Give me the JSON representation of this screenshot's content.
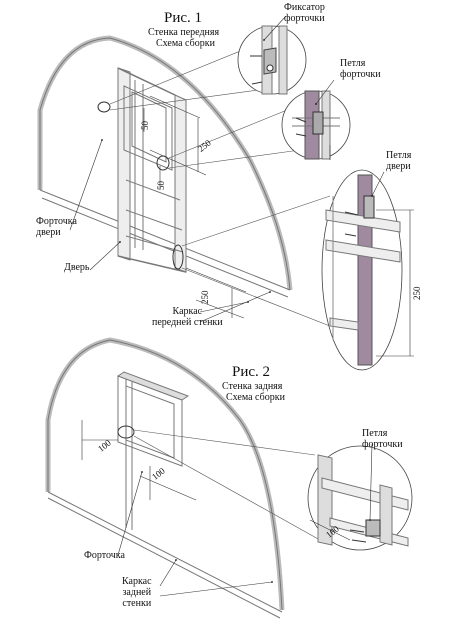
{
  "figure1": {
    "title": "Рис. 1",
    "subtitle_line1": "Стенка передняя",
    "subtitle_line2": "Схема сборки",
    "labels": {
      "fastener_line1": "Фиксатор",
      "fastener_line2": "форточки",
      "vent_hinge_line1": "Петля",
      "vent_hinge_line2": "форточки",
      "door_hinge_line1": "Петля",
      "door_hinge_line2": "двери",
      "door_vent_line1": "Форточка",
      "door_vent_line2": "двери",
      "door": "Дверь",
      "frame_line1": "Каркас",
      "frame_line2": "передней стенки"
    },
    "dimensions": [
      "50",
      "250",
      "50",
      "250",
      "250"
    ]
  },
  "figure2": {
    "title": "Рис. 2",
    "subtitle_line1": "Стенка задняя",
    "subtitle_line2": "Схема сборки",
    "labels": {
      "vent_hinge_line1": "Петля",
      "vent_hinge_line2": "форточки",
      "vent": "Форточка",
      "frame_line1": "Каркас",
      "frame_line2": "задней",
      "frame_line3": "стенки"
    },
    "dimensions": [
      "100",
      "100",
      "100"
    ]
  },
  "colors": {
    "frame": "#e9e9e9",
    "frame_stroke": "#777777",
    "purple_post": "#9f8a9f"
  }
}
